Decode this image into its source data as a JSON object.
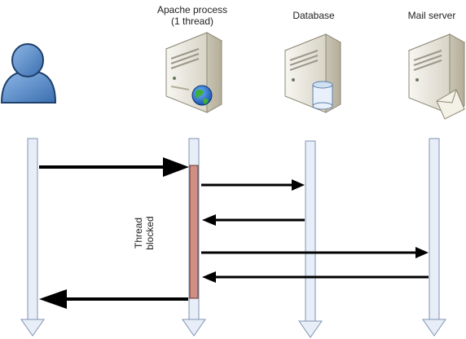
{
  "participants": {
    "apache_line1": "Apache process",
    "apache_line2": "(1 thread)",
    "database": "Database",
    "mail": "Mail server"
  },
  "activation": {
    "line1": "Thread",
    "line2": "blocked"
  },
  "colors": {
    "lifeline_fill": "#e8eef8",
    "lifeline_stroke": "#7f93b2",
    "activation_fill": "#d08f84",
    "arrow": "#000000",
    "user_icon": "#4f82bd",
    "server": "#e4e1d6"
  },
  "icons": [
    "user-icon",
    "web-server-icon",
    "database-server-icon",
    "mail-server-icon"
  ]
}
